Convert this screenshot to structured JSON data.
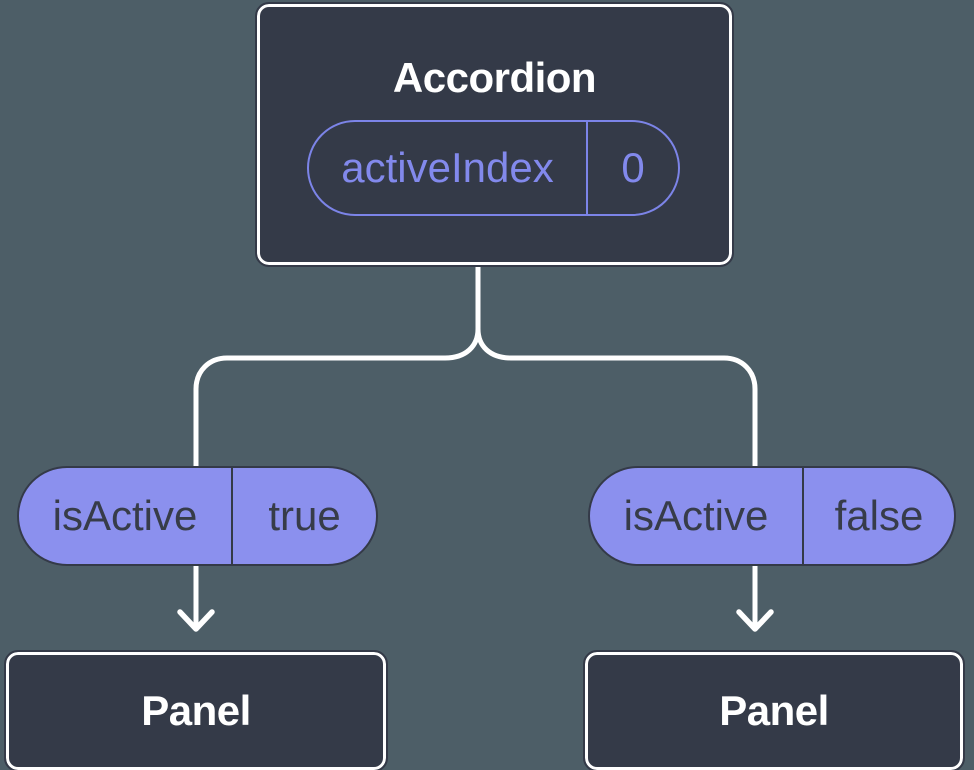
{
  "tree": {
    "root": {
      "title": "Accordion",
      "state_pill": {
        "name": "activeIndex",
        "value": "0"
      }
    },
    "branches": [
      {
        "prop_pill": {
          "name": "isActive",
          "value": "true"
        },
        "node": {
          "title": "Panel"
        }
      },
      {
        "prop_pill": {
          "name": "isActive",
          "value": "false"
        },
        "node": {
          "title": "Panel"
        }
      }
    ]
  },
  "colors": {
    "background": "#4D5E67",
    "node_fill": "#343A48",
    "node_ring": "#FFFFFF",
    "connector": "#FFFFFF",
    "state_pill_stroke": "#7C84E8",
    "state_pill_text": "#8289EC",
    "prop_pill_fill": "#8B90EE",
    "prop_pill_stroke": "#343A48",
    "prop_pill_text": "#373C49"
  }
}
